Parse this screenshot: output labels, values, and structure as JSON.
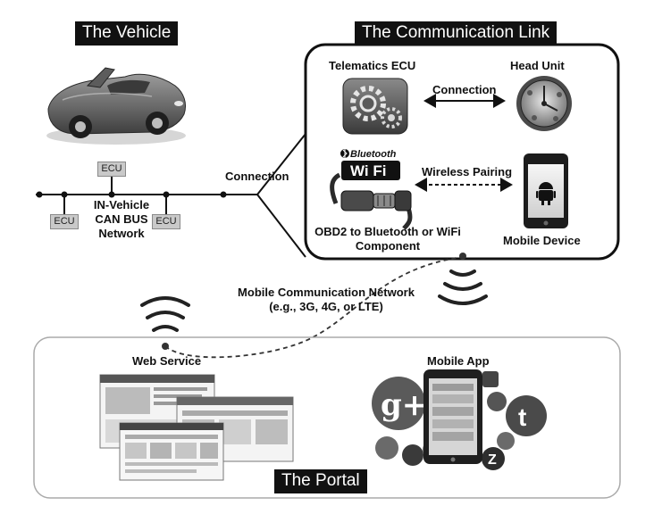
{
  "sections": {
    "vehicle": "The Vehicle",
    "communication_link": "The Communication Link",
    "portal": "The Portal"
  },
  "can_bus": {
    "label_line1": "IN-Vehicle",
    "label_line2": "CAN BUS",
    "label_line3": "Network",
    "ecu_labels": [
      "ECU",
      "ECU",
      "ECU"
    ]
  },
  "connections": {
    "bus_to_link": "Connection",
    "telematics_to_head": "Connection",
    "wireless_pairing": "Wireless Pairing"
  },
  "link_components": {
    "telematics_ecu": "Telematics ECU",
    "head_unit": "Head Unit",
    "mobile_device": "Mobile Device",
    "obd_line1": "OBD2 to Bluetooth or WiFi",
    "obd_line2": "Component",
    "bluetooth_text": "Bluetooth",
    "wifi_text": "Wi Fi"
  },
  "network": {
    "line1": "Mobile Communication Network",
    "line2": "(e.g., 3G, 4G, or LTE)"
  },
  "portal": {
    "web_service": "Web Service",
    "mobile_app": "Mobile App"
  },
  "colors": {
    "title_bg": "#111111",
    "ecu_fill": "#c9c9c9",
    "portal_border": "#aaaaaa"
  }
}
